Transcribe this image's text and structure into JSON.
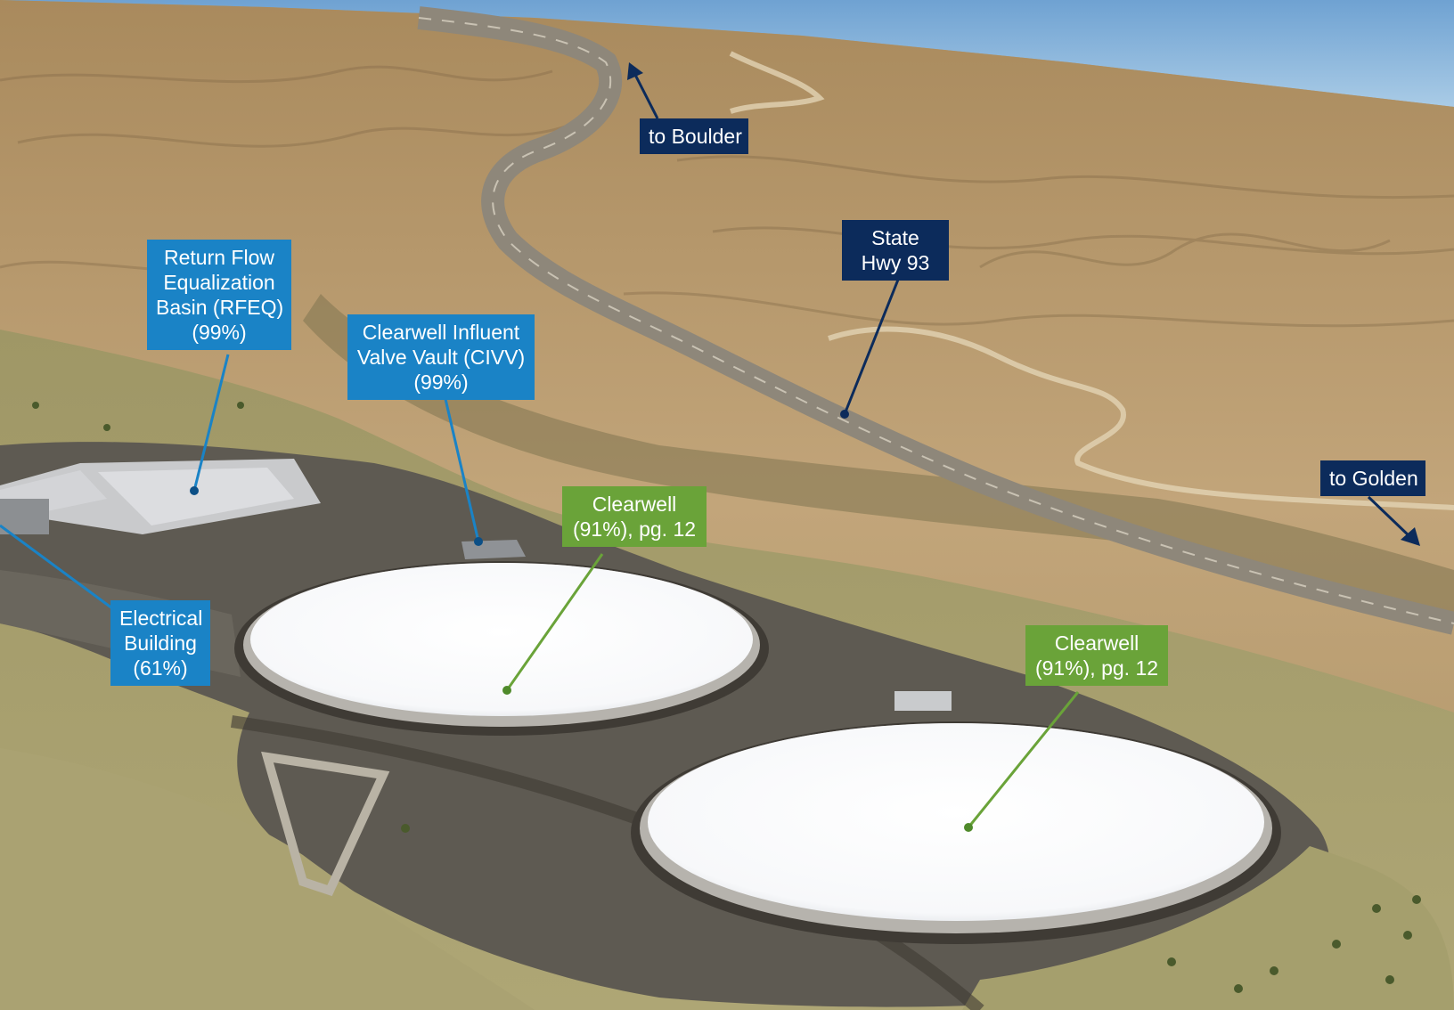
{
  "labels": {
    "rfeq": {
      "lines": [
        "Return Flow",
        "Equalization",
        "Basin (RFEQ)",
        "(99%)"
      ]
    },
    "civv": {
      "lines": [
        "Clearwell Influent",
        "Valve Vault (CIVV)",
        "(99%)"
      ]
    },
    "electrical": {
      "lines": [
        "Electrical",
        "Building",
        "(61%)"
      ]
    },
    "clearwell_west": {
      "lines": [
        "Clearwell",
        "(91%), pg. 12"
      ]
    },
    "clearwell_east": {
      "lines": [
        "Clearwell",
        "(91%), pg. 12"
      ]
    },
    "to_boulder": {
      "lines": [
        "to Boulder"
      ]
    },
    "state_hwy": {
      "lines": [
        "State",
        "Hwy 93"
      ]
    },
    "to_golden": {
      "lines": [
        "to Golden"
      ]
    }
  },
  "colors": {
    "facility_label": "#1a83c6",
    "road_label": "#0c2b5b",
    "clearwell_label": "#6aa339",
    "sky": "#8fb8dd",
    "terrain": "#b79a6e",
    "grass": "#a49d6a",
    "pavement": "#5e5a52",
    "tank_roof": "#ffffff"
  }
}
